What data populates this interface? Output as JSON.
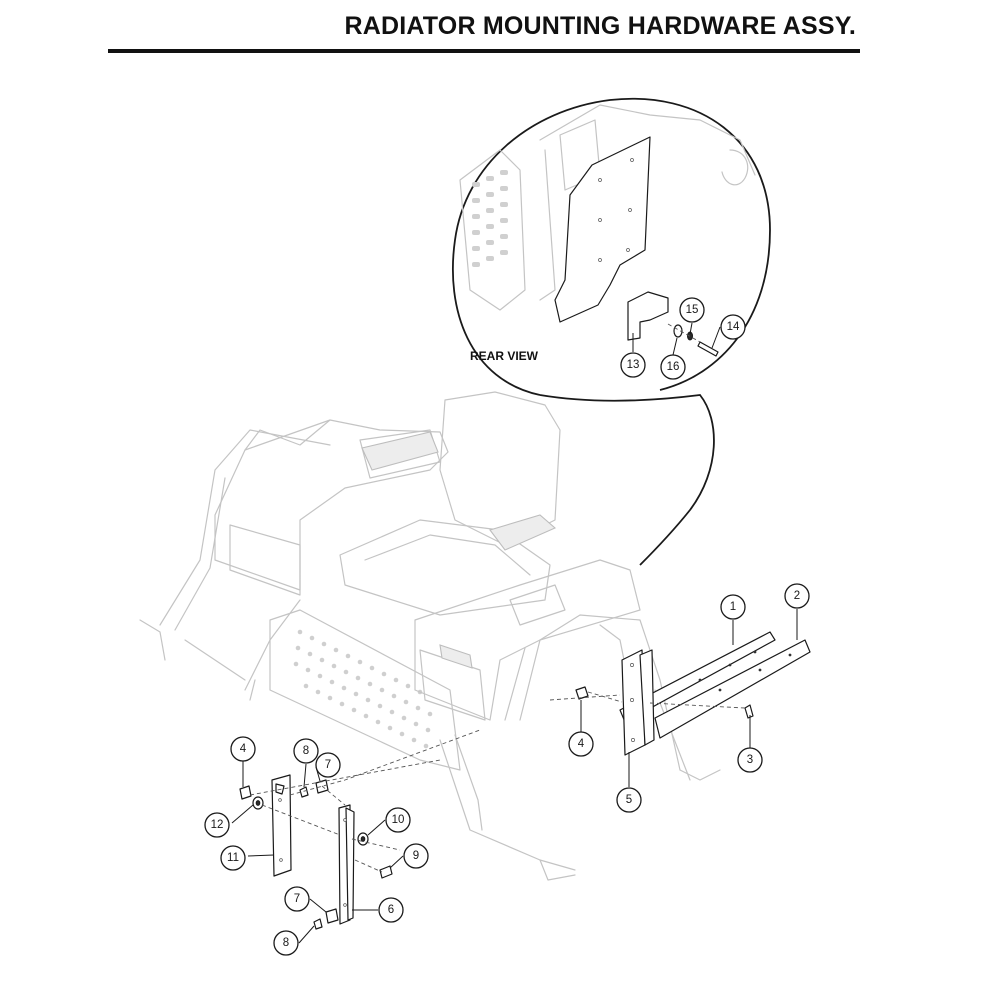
{
  "title": "RADIATOR MOUNTING HARDWARE ASSY.",
  "detail": {
    "label": "REAR VIEW"
  },
  "callouts": [
    {
      "id": "c1",
      "number": "1",
      "part": "plate"
    },
    {
      "id": "c2",
      "number": "2",
      "part": "plate"
    },
    {
      "id": "c3",
      "number": "3",
      "part": "screw"
    },
    {
      "id": "c4a",
      "number": "4",
      "part": "nut"
    },
    {
      "id": "c5",
      "number": "5",
      "part": "bracket"
    },
    {
      "id": "c4b",
      "number": "4",
      "part": "nut"
    },
    {
      "id": "c12",
      "number": "12",
      "part": "washer"
    },
    {
      "id": "c11",
      "number": "11",
      "part": "bracket"
    },
    {
      "id": "c8a",
      "number": "8",
      "part": "screw"
    },
    {
      "id": "c7a",
      "number": "7",
      "part": "clip"
    },
    {
      "id": "c10",
      "number": "10",
      "part": "bushing"
    },
    {
      "id": "c9",
      "number": "9",
      "part": "bolt"
    },
    {
      "id": "c6",
      "number": "6",
      "part": "bracket"
    },
    {
      "id": "c7b",
      "number": "7",
      "part": "clip"
    },
    {
      "id": "c8b",
      "number": "8",
      "part": "screw"
    },
    {
      "id": "c13",
      "number": "13",
      "part": "bracket"
    },
    {
      "id": "c14",
      "number": "14",
      "part": "bolt"
    },
    {
      "id": "c15",
      "number": "15",
      "part": "washer"
    },
    {
      "id": "c16",
      "number": "16",
      "part": "washer"
    }
  ]
}
